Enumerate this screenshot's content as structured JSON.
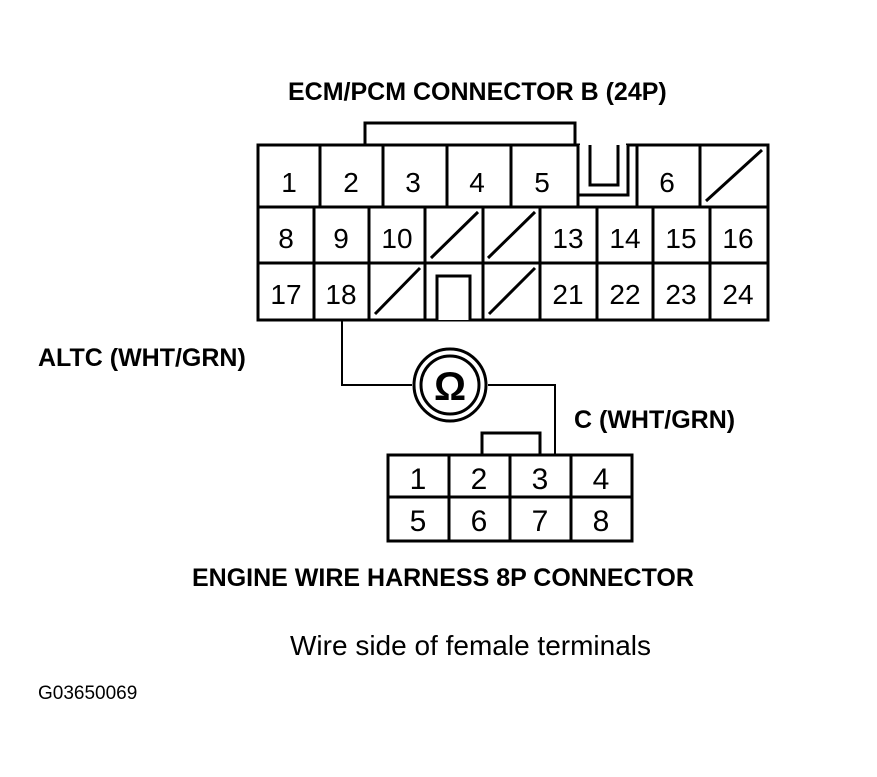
{
  "ecm_connector": {
    "title": "ECM/PCM CONNECTOR B (24P)",
    "row1": [
      "1",
      "2",
      "3",
      "4",
      "5",
      "6"
    ],
    "row2": [
      "8",
      "9",
      "10",
      "13",
      "14",
      "15",
      "16"
    ],
    "row3": [
      "17",
      "18",
      "21",
      "22",
      "23",
      "24"
    ]
  },
  "engine_connector": {
    "title": "ENGINE WIRE HARNESS 8P CONNECTOR",
    "row1": [
      "1",
      "2",
      "3",
      "4"
    ],
    "row2": [
      "5",
      "6",
      "7",
      "8"
    ]
  },
  "labels": {
    "altc": "ALTC (WHT/GRN)",
    "c": "C (WHT/GRN)",
    "ohm_symbol": "Ω"
  },
  "caption": "Wire side of female terminals",
  "figure_code": "G03650069"
}
